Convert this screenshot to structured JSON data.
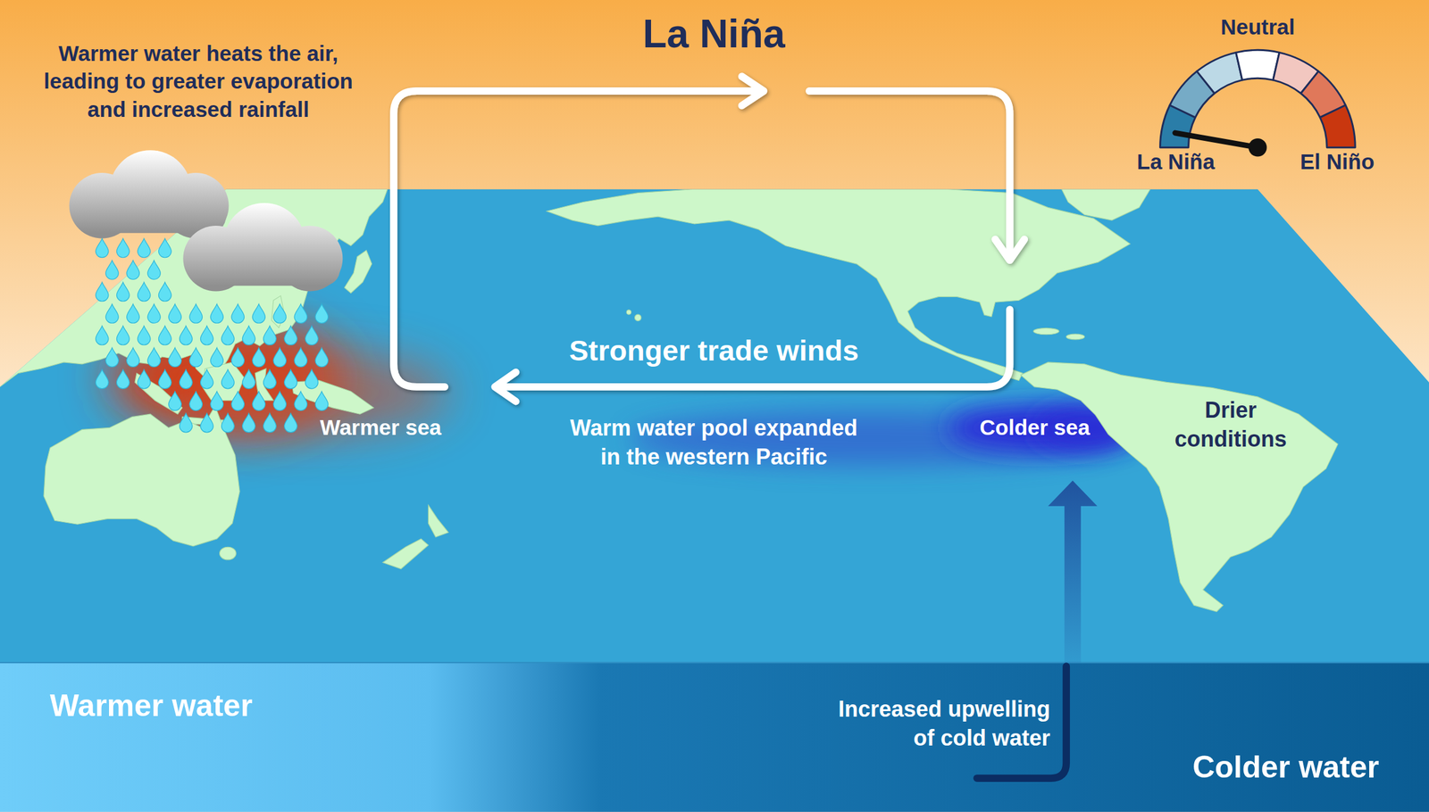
{
  "diagram": {
    "title": "La Niña",
    "labels": [
      "Warmer water heats the air, leading to greater evaporation and increased rainfall",
      "Neutral",
      "La Niña",
      "El Niño",
      "Stronger trade winds",
      "Warmer sea",
      "Warm water pool expanded in the western Pacific",
      "Colder sea",
      "Drier conditions",
      "Warmer water",
      "Increased upwelling of cold water",
      "Colder water"
    ]
  }
}
